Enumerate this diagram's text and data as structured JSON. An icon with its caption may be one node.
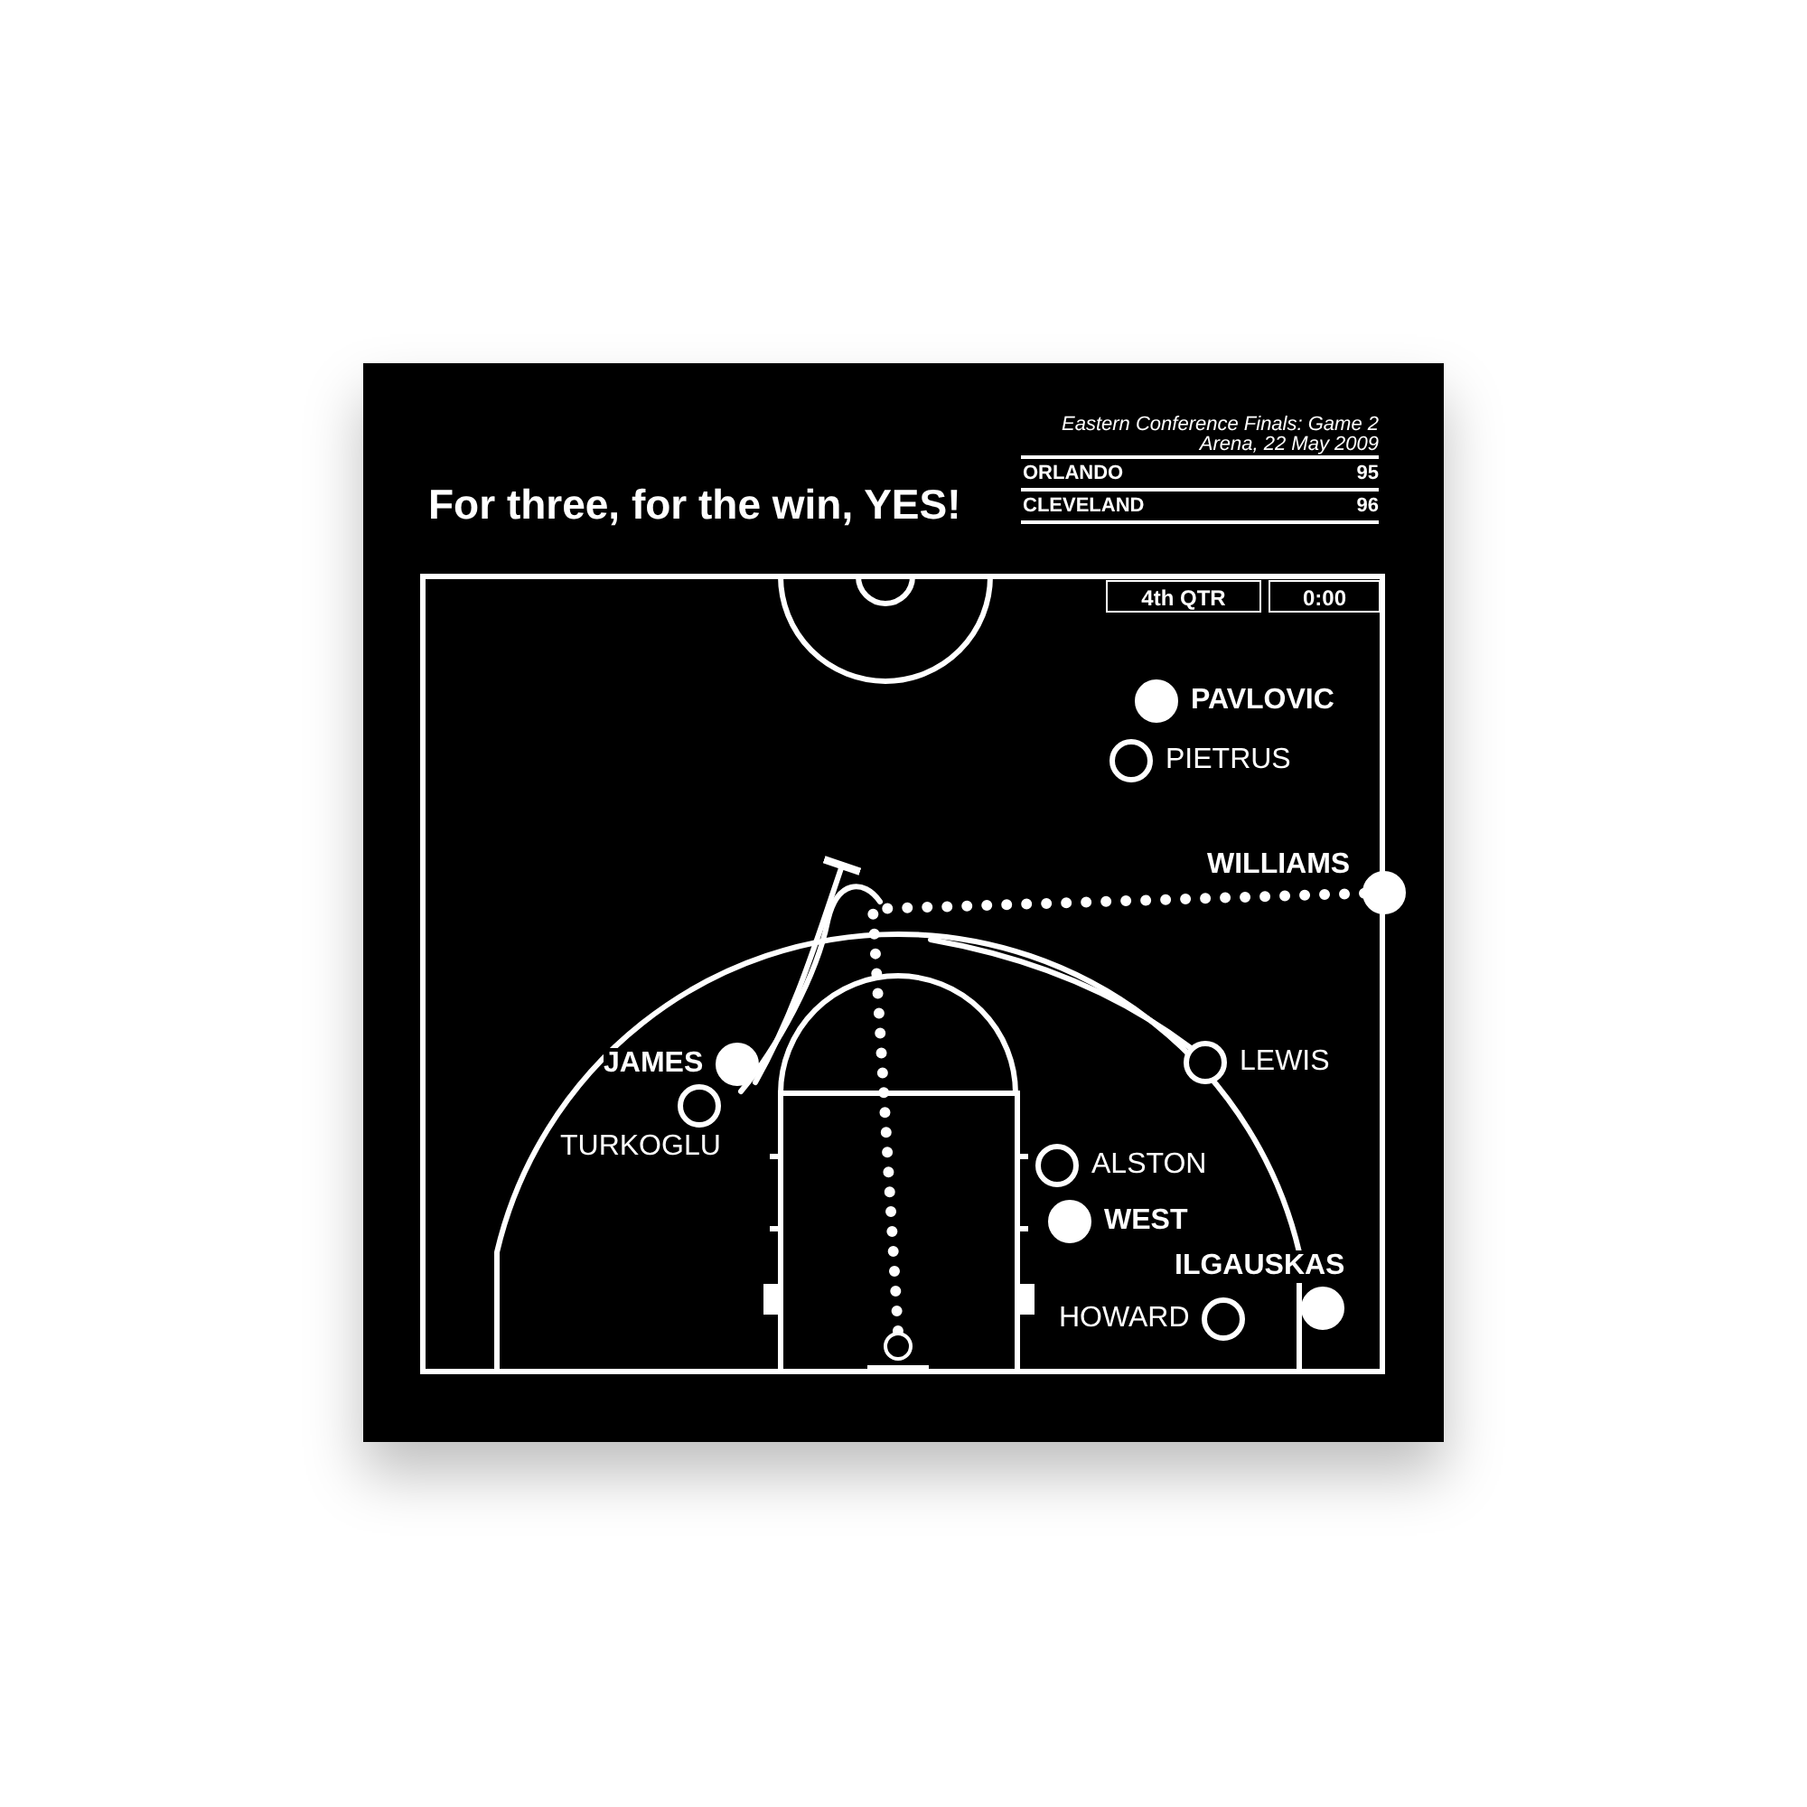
{
  "diagram": {
    "title": "For three, for the win, YES!",
    "nodes": [
      {
        "text": [
          "PAVLOVIC"
        ]
      },
      {
        "text": [
          "PIETRUS"
        ]
      },
      {
        "text": [
          "WILLIAMS"
        ]
      },
      {
        "text": [
          "JAMES"
        ]
      },
      {
        "text": [
          "TURKOGLU"
        ]
      },
      {
        "text": [
          "LEWIS"
        ]
      },
      {
        "text": [
          "ALSTON"
        ]
      },
      {
        "text": [
          "WEST"
        ]
      },
      {
        "text": [
          "ILGAUSKAS"
        ]
      },
      {
        "text": [
          "HOWARD"
        ]
      },
      {
        "text": [],
        "shape": "circle"
      }
    ],
    "edges": [
      {
        "from": 2,
        "to": 10,
        "arrow": "none",
        "style": "dashed"
      },
      {
        "from": 3,
        "to": null,
        "arrow": "other"
      },
      {
        "from": 4,
        "to": null,
        "arrow": "none"
      },
      {
        "from": 5,
        "to": null,
        "arrow": "none"
      }
    ],
    "labels": [
      "Eastern Conference Finals: Game 2",
      "Arena, 22 May 2009",
      "ORLANDO",
      "95",
      "CLEVELAND",
      "96",
      "4th QTR",
      "0:00"
    ]
  }
}
